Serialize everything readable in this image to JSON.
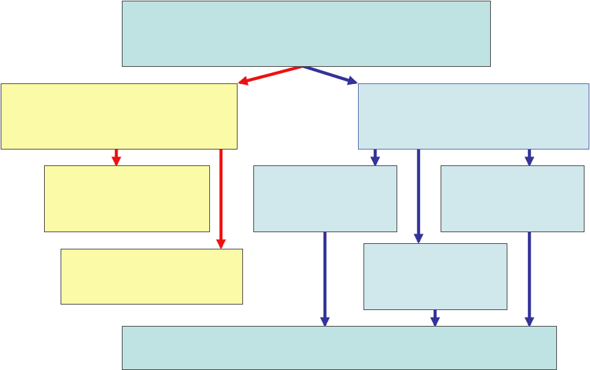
{
  "colors": {
    "root_fill": "#bfe2e2",
    "yellow_fill": "#fbfaa6",
    "light_blue_fill": "#d0e8ec",
    "bottom_fill": "#bfe2e2",
    "red_arrow": "#ee1111",
    "blue_arrow": "#333399",
    "blue_border": "#5566aa",
    "dark_border": "#444444"
  },
  "diagram": {
    "boxes": [
      {
        "id": "root",
        "fill": "root",
        "text": ""
      },
      {
        "id": "left-branch",
        "fill": "yellow",
        "text": ""
      },
      {
        "id": "right-branch",
        "fill": "light_blue",
        "text": ""
      },
      {
        "id": "left-child-1",
        "fill": "yellow",
        "text": ""
      },
      {
        "id": "left-child-2",
        "fill": "yellow",
        "text": ""
      },
      {
        "id": "right-child-1",
        "fill": "light_blue",
        "text": ""
      },
      {
        "id": "right-child-2",
        "fill": "light_blue",
        "text": ""
      },
      {
        "id": "right-child-3",
        "fill": "light_blue",
        "text": ""
      },
      {
        "id": "bottom-result",
        "fill": "bottom",
        "text": ""
      }
    ],
    "arrows": [
      {
        "from": "root",
        "to": "left-branch",
        "color": "red"
      },
      {
        "from": "root",
        "to": "right-branch",
        "color": "blue"
      },
      {
        "from": "left-branch",
        "to": "left-child-1",
        "color": "red"
      },
      {
        "from": "left-branch",
        "to": "left-child-2",
        "color": "red"
      },
      {
        "from": "right-branch",
        "to": "right-child-1",
        "color": "blue"
      },
      {
        "from": "right-branch",
        "to": "right-child-3",
        "color": "blue"
      },
      {
        "from": "right-branch",
        "to": "right-child-2",
        "color": "blue"
      },
      {
        "from": "right-child-1",
        "to": "bottom-result",
        "color": "blue"
      },
      {
        "from": "right-child-3",
        "to": "bottom-result",
        "color": "blue"
      },
      {
        "from": "right-child-2",
        "to": "bottom-result",
        "color": "blue"
      }
    ]
  }
}
